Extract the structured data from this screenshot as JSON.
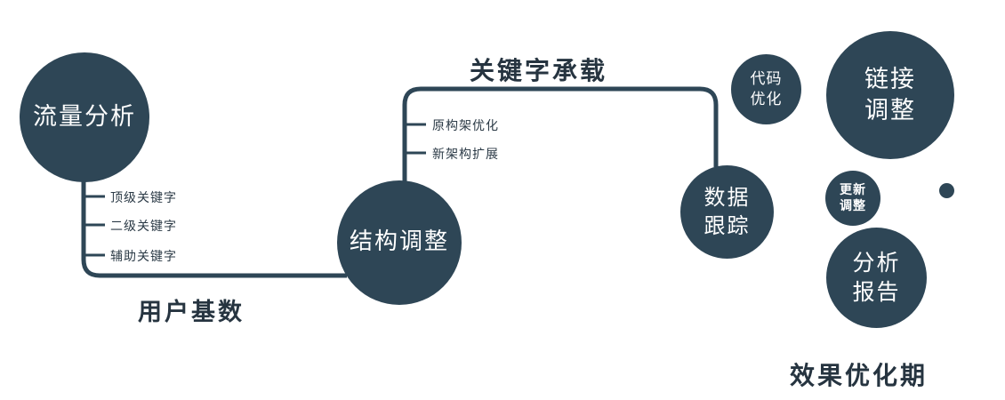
{
  "colors": {
    "node_fill": "#2e4656",
    "node_text": "#ffffff",
    "label_text": "#263440",
    "line": "#2e4656"
  },
  "diagram": {
    "nodes": {
      "traffic": {
        "label": "流量分析"
      },
      "structure": {
        "label": "结构调整"
      },
      "tracking": {
        "line1": "数据",
        "line2": "跟踪"
      },
      "code": {
        "line1": "代码",
        "line2": "优化"
      },
      "link": {
        "line1": "链接",
        "line2": "调整"
      },
      "update": {
        "line1": "更新",
        "line2": "调整"
      },
      "report": {
        "line1": "分析",
        "line2": "报告"
      }
    },
    "edge_labels": {
      "top": "关键字承载",
      "bottom": "用户基数"
    },
    "branches": {
      "left": [
        "顶级关键字",
        "二级关键字",
        "辅助关键字"
      ],
      "middle": [
        "原构架优化",
        "新架构扩展"
      ]
    },
    "footer": "效果优化期"
  }
}
